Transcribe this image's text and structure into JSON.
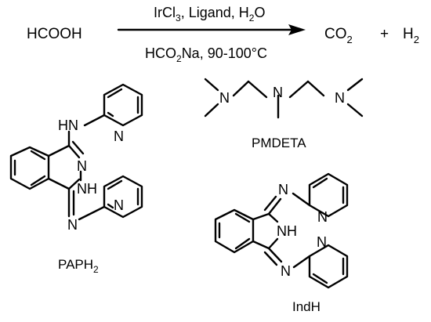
{
  "reaction": {
    "reactant": "HCOOH",
    "conditions_above": {
      "pre": "IrCl",
      "pre_sub": "3",
      "mid": ", Ligand, H",
      "mid_sub": "2",
      "post": "O"
    },
    "conditions_below": {
      "pre": "HCO",
      "pre_sub": "2",
      "post": "Na, 90-100°C"
    },
    "products": {
      "co": "CO",
      "co_sub": "2",
      "plus": "+",
      "h": "H",
      "h_sub": "2"
    }
  },
  "ligands": {
    "pmdeta": {
      "name": "PMDETA",
      "atom_n": "N"
    },
    "paph2": {
      "name_pre": "PAPH",
      "name_sub": "2",
      "atom_n": "N",
      "atom_hn": "HN",
      "atom_nh": "NH"
    },
    "indh": {
      "name": "IndH",
      "atom_n": "N",
      "atom_nh": "NH"
    }
  }
}
